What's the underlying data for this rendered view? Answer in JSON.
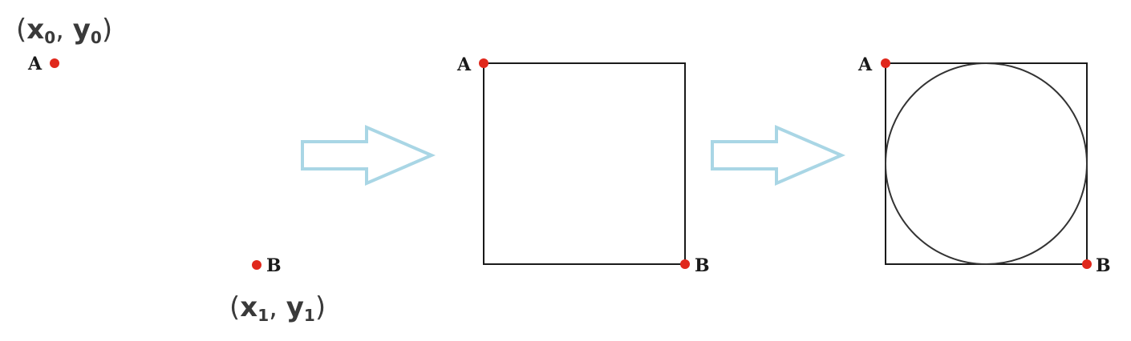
{
  "labels": {
    "point_a": "A",
    "point_b": "B"
  },
  "coords": {
    "a": {
      "open": "(",
      "x": "x",
      "x_sub": "0",
      "sep": ", ",
      "y": "y",
      "y_sub": "0",
      "close": ")"
    },
    "b": {
      "open": "(",
      "x": "x",
      "x_sub": "1",
      "sep": ", ",
      "y": "y",
      "y_sub": "1",
      "close": ")"
    }
  },
  "colors": {
    "point": "#e0281c",
    "arrow": "#a9d6e5",
    "shape_stroke": "#1a1a1a"
  }
}
